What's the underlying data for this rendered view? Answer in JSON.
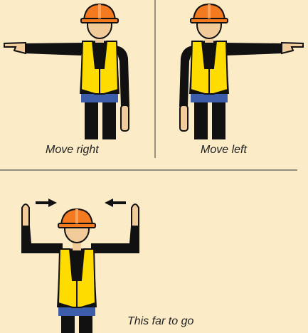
{
  "colors": {
    "background": "#FBEBC7",
    "vest": "#FFDC00",
    "helmet": "#F47A20",
    "skin": "#F2CB9B",
    "clothing": "#111111",
    "belt": "#3C5EAA",
    "divider": "#555555"
  },
  "signals": [
    {
      "label": "Move right",
      "icon": "worker-pointing-right"
    },
    {
      "label": "Move left",
      "icon": "worker-pointing-left"
    },
    {
      "label": "This far to go",
      "icon": "worker-hands-raised-distance"
    }
  ],
  "arrows": [
    {
      "icon": "arrow-right-icon"
    },
    {
      "icon": "arrow-left-icon"
    }
  ]
}
